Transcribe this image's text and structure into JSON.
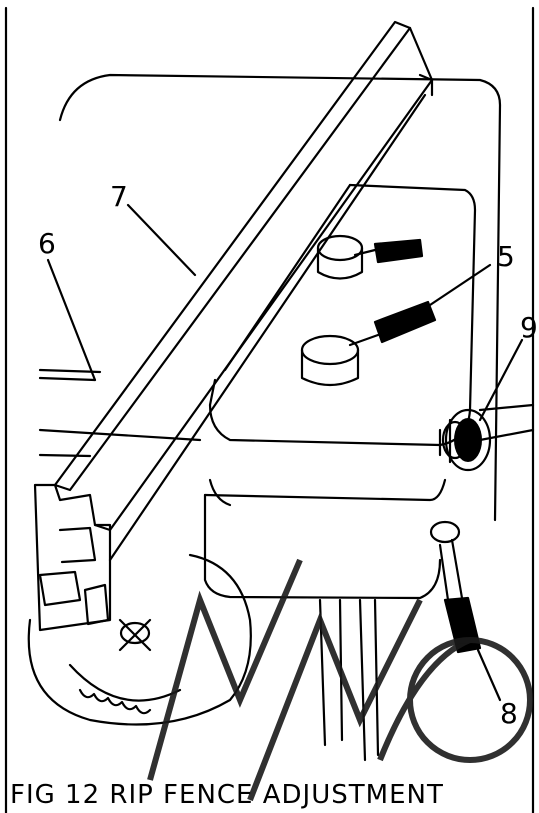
{
  "figure": {
    "callouts": {
      "c6": "6",
      "c7": "7",
      "c5": "5",
      "c9": "9",
      "c8": "8"
    },
    "caption": "FIG 12  RIP FENCE  ADJUSTMENT"
  },
  "colors": {
    "ink": "#000000",
    "paper": "#ffffff",
    "watermark": "#1a1a1a"
  }
}
